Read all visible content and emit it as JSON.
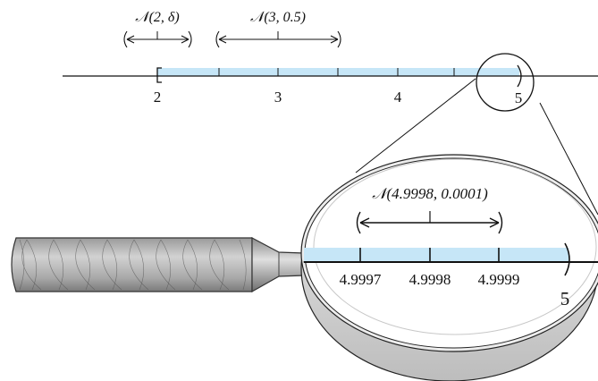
{
  "top_line": {
    "tick_labels": [
      "2",
      "3",
      "4",
      "5"
    ],
    "neighborhoods": [
      {
        "label": "𝒩(2,  δ)"
      },
      {
        "label": "𝒩(3, 0.5)"
      }
    ]
  },
  "magnified": {
    "neighborhood_label": "𝒩(4.9998, 0.0001)",
    "tick_labels": [
      "4.9997",
      "4.9998",
      "4.9999"
    ],
    "end_label": "5"
  },
  "colors": {
    "interval_fill": "#c6e6f7",
    "line": "#111111",
    "lens_rim": "#d9d9d9",
    "handle": "#b5b5b5"
  }
}
